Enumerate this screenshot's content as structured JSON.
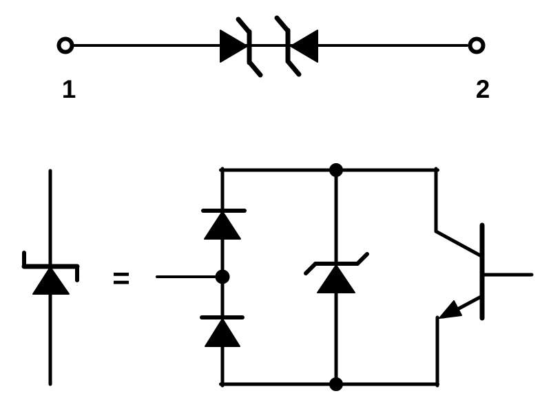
{
  "colors": {
    "ink": "#000000",
    "paper": "#ffffff"
  },
  "top_circuit": {
    "name": "bidirectional-tvs-symbol",
    "terminal_1_label": "1",
    "terminal_2_label": "2",
    "components": [
      "terminal-circle-left",
      "back-to-back-zener-diodes",
      "terminal-circle-right"
    ]
  },
  "equivalent_circuit": {
    "equals_label": "=",
    "left_symbol": "zener-tvs-diode-icon",
    "right_components": [
      "series-diode-top",
      "series-diode-bottom",
      "zener-diode-center",
      "npn-transistor-open-base"
    ]
  }
}
